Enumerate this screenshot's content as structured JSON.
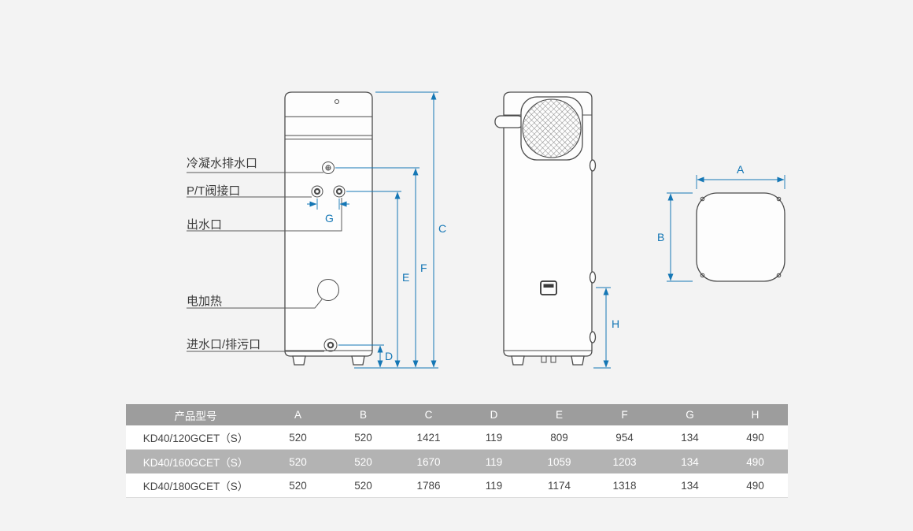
{
  "page": {
    "background_color": "#f3f3f3",
    "accent_color": "#1577b5",
    "table_header_bg": "#9d9d9d",
    "table_alt_row_bg": "#b3b3b3"
  },
  "diagram": {
    "port_labels": [
      {
        "id": "condensate-drain",
        "text": "冷凝水排水口"
      },
      {
        "id": "pt-valve",
        "text": "P/T阀接口"
      },
      {
        "id": "water-outlet",
        "text": "出水口"
      },
      {
        "id": "electric-heater",
        "text": "电加热"
      },
      {
        "id": "water-inlet-drain",
        "text": "进水口/排污口"
      }
    ],
    "dim_labels": {
      "A": "A",
      "B": "B",
      "C": "C",
      "D": "D",
      "E": "E",
      "F": "F",
      "G": "G",
      "H": "H"
    }
  },
  "table": {
    "headers": [
      "产品型号",
      "A",
      "B",
      "C",
      "D",
      "E",
      "F",
      "G",
      "H"
    ],
    "rows": [
      {
        "model": "KD40/120GCET（S）",
        "values": [
          "520",
          "520",
          "1421",
          "119",
          "809",
          "954",
          "134",
          "490"
        ]
      },
      {
        "model": "KD40/160GCET（S）",
        "values": [
          "520",
          "520",
          "1670",
          "119",
          "1059",
          "1203",
          "134",
          "490"
        ]
      },
      {
        "model": "KD40/180GCET（S）",
        "values": [
          "520",
          "520",
          "1786",
          "119",
          "1174",
          "1318",
          "134",
          "490"
        ]
      }
    ]
  }
}
